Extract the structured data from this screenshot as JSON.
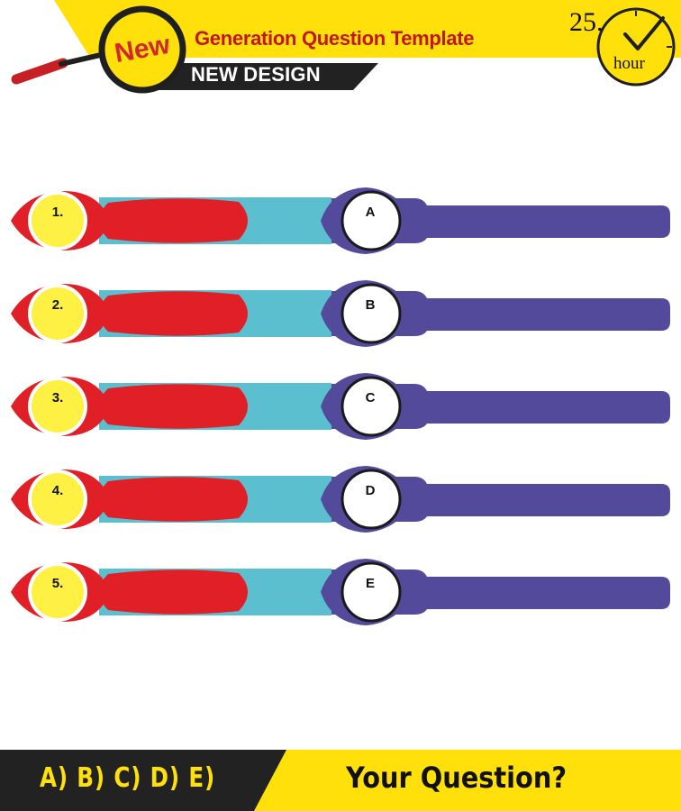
{
  "header": {
    "badge": "New",
    "title": "Generation Question Template",
    "subtitle": "NEW DESIGN",
    "timer": {
      "number": "25.",
      "unit": "hour"
    }
  },
  "questions": [
    {
      "number": "1.",
      "letter": "A"
    },
    {
      "number": "2.",
      "letter": "B"
    },
    {
      "number": "3.",
      "letter": "C"
    },
    {
      "number": "4.",
      "letter": "D"
    },
    {
      "number": "5.",
      "letter": "E"
    }
  ],
  "footer": {
    "options": "A) B) C) D) E)",
    "question": "Your Question?"
  },
  "colors": {
    "yellow": "#ffe00a",
    "red": "#e11f26",
    "teal": "#5cbfcf",
    "purple": "#534a9b",
    "black": "#222222",
    "circle_yellow": "#fff143"
  },
  "icons": {
    "magnifier": "magnifying-glass-icon",
    "timer": "clock-checkmark-icon"
  }
}
